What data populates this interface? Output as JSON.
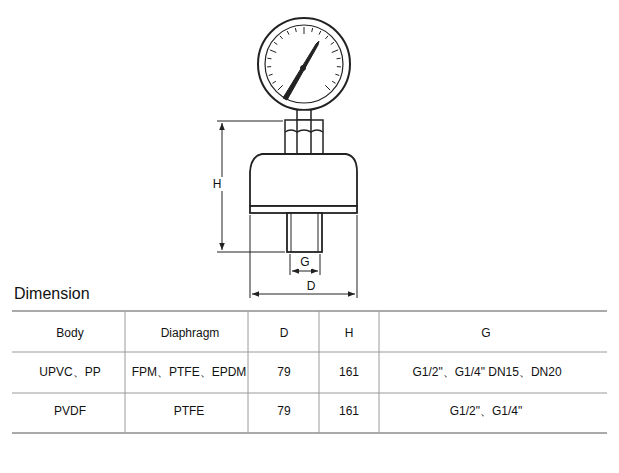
{
  "diagram": {
    "title": "Dimension",
    "labels": [
      "H",
      "G",
      "D",
      "Body",
      "Diaphragm",
      "D",
      "H",
      "G",
      "UPVC、PP",
      "FPM、PTFE、EPDM",
      "79",
      "161",
      "G1/2\"、G1/4\" DN15、DN20",
      "PVDF",
      "PTFE",
      "79",
      "161",
      "G1/2\"、G1/4\""
    ]
  }
}
